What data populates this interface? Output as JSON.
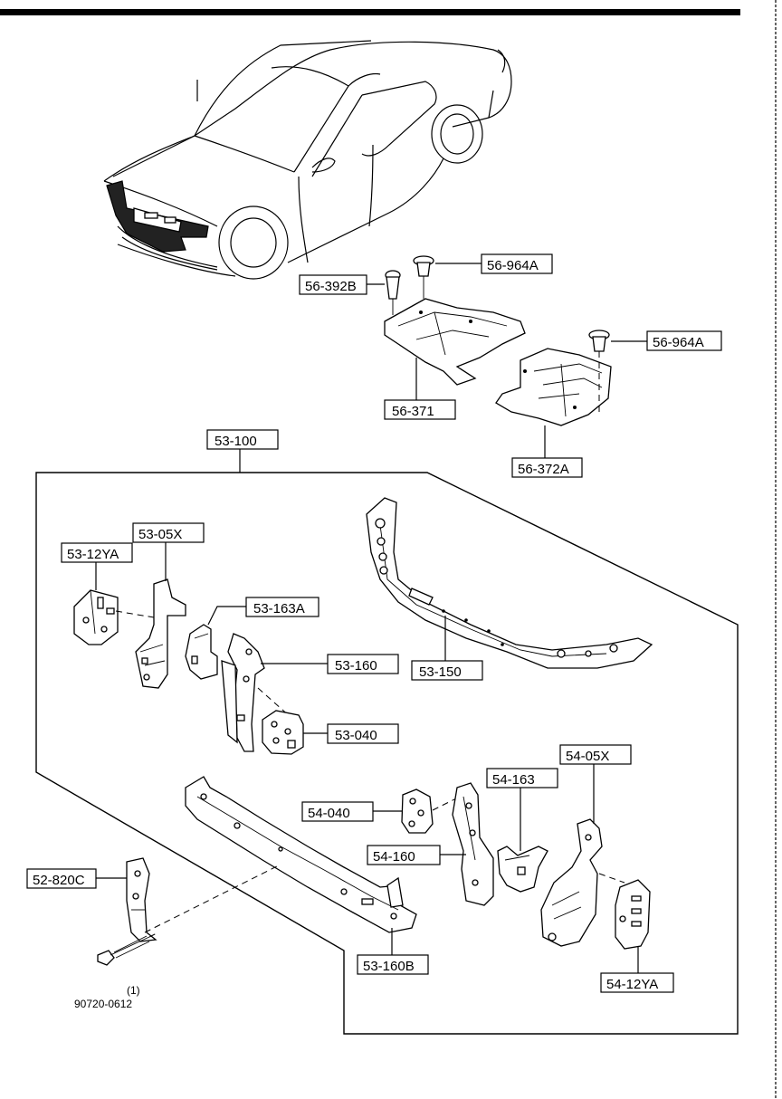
{
  "labels": {
    "part_56_964A_top": "56-964A",
    "part_56_392B": "56-392B",
    "part_56_964A_right": "56-964A",
    "part_56_371": "56-371",
    "part_56_372A": "56-372A",
    "part_53_100": "53-100",
    "part_53_05X": "53-05X",
    "part_53_12YA": "53-12YA",
    "part_53_163A": "53-163A",
    "part_53_160": "53-160",
    "part_53_150": "53-150",
    "part_53_040": "53-040",
    "part_54_05X": "54-05X",
    "part_54_163": "54-163",
    "part_54_040": "54-040",
    "part_54_160": "54-160",
    "part_52_820C": "52-820C",
    "part_53_160B": "53-160B",
    "part_54_12YA": "54-12YA",
    "bolt_qty": "(1)",
    "bolt_number": "90720-0612"
  }
}
